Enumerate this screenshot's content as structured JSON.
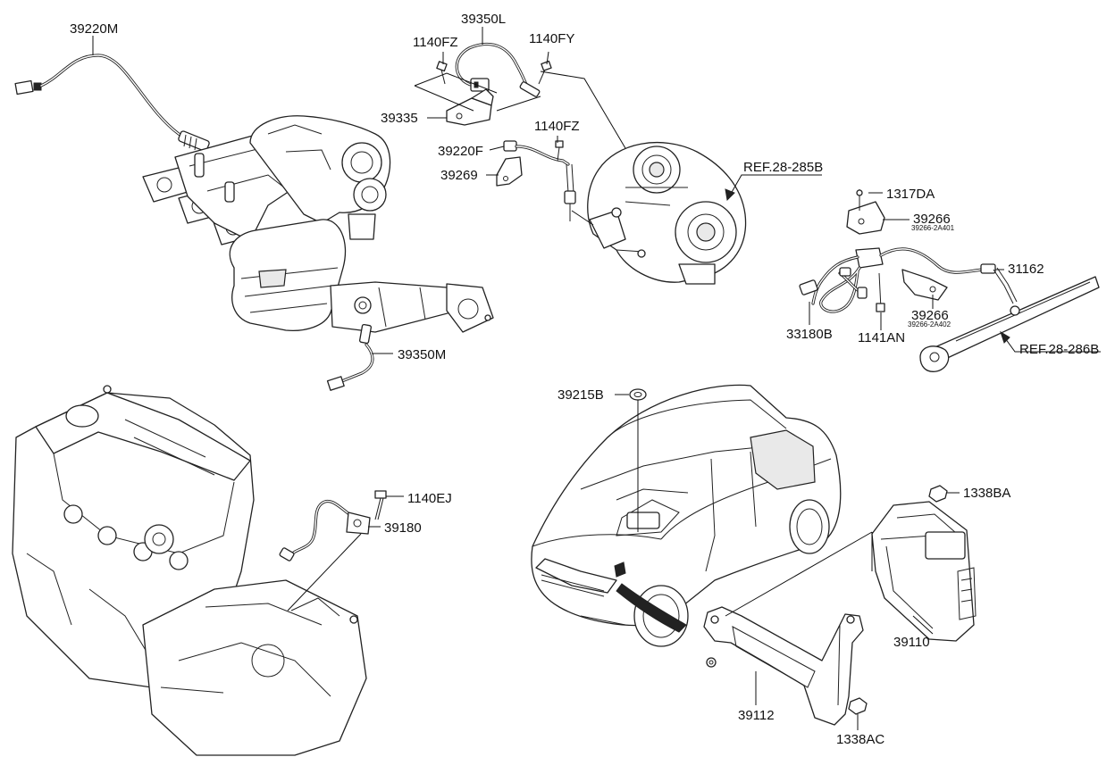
{
  "labels": {
    "p39220M": "39220M",
    "p39350L": "39350L",
    "p1140FZ_a": "1140FZ",
    "p1140FY": "1140FY",
    "p39335": "39335",
    "p1140FZ_b": "1140FZ",
    "p39220F": "39220F",
    "p39269": "39269",
    "ref28285B": "REF.28-285B",
    "p1317DA": "1317DA",
    "p39266_a": "39266",
    "p39266_a_sub": "39266-2A401",
    "p31162": "31162",
    "p39266_b": "39266",
    "p39266_b_sub": "39266-2A402",
    "p33180B": "33180B",
    "p1141AN": "1141AN",
    "ref28286B": "REF.28-286B",
    "p39350M": "39350M",
    "p39215B": "39215B",
    "p1140EJ": "1140EJ",
    "p39180": "39180",
    "p1338BA": "1338BA",
    "p39110": "39110",
    "p39112": "39112",
    "p1338AC": "1338AC"
  }
}
